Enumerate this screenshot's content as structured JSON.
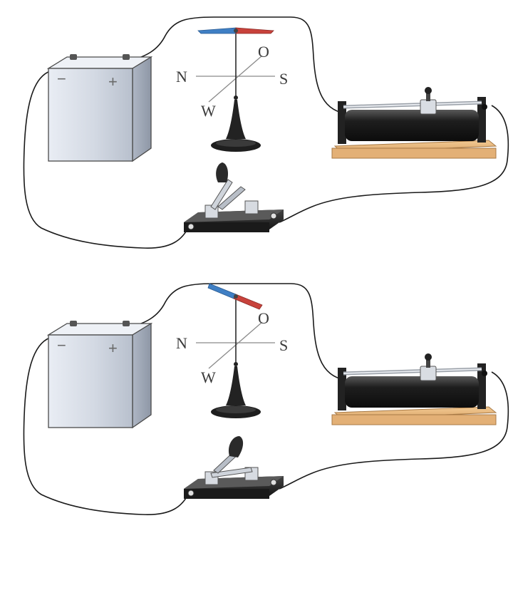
{
  "panels": [
    {
      "compass": {
        "north": "N",
        "south": "S",
        "west": "W",
        "origin": "O"
      },
      "battery": {
        "negative": "−",
        "positive": "+"
      },
      "switch_state": "open",
      "needle_deflection": "none"
    },
    {
      "compass": {
        "north": "N",
        "south": "S",
        "west": "W",
        "origin": "O"
      },
      "battery": {
        "negative": "−",
        "positive": "+"
      },
      "switch_state": "closed",
      "needle_deflection": "deflected"
    }
  ],
  "colors": {
    "needle_north": "#3f7fc4",
    "needle_south": "#c8423b",
    "wire": "#1a1a1a",
    "rheostat_base": "#e7b57c",
    "switch_base": "#2a2a2a"
  }
}
